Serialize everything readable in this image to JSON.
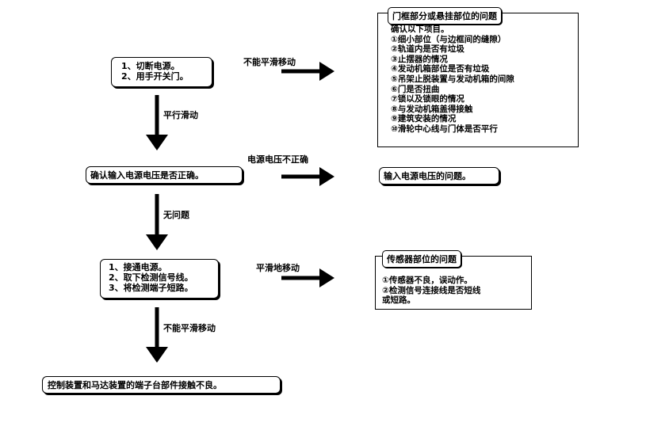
{
  "steps": {
    "step1": [
      "1、切断电源。",
      "2、用手开关门。"
    ],
    "step2": "确认输入电源电压是否正确。",
    "step3": [
      "1、接通电源。",
      "2、取下检测信号线。",
      "3、将检测端子短路。"
    ],
    "step4": "控制装置和马达装置的端子台部件接触不良。"
  },
  "arrows": {
    "a1": "不能平滑移动",
    "a2": "平行滑动",
    "a3": "电源电压不正确",
    "a4": "无问题",
    "a5": "平滑地移动",
    "a6": "不能平滑移动"
  },
  "panels": {
    "door": {
      "title": "门框部分或悬挂部位的问题",
      "intro": "确认以下项目。",
      "items": [
        "①细小部位（与边框间的缝隙）",
        "②轨道内是否有垃圾",
        "③止摆器的情况",
        "④发动机箱部位是否有垃圾",
        "⑤吊架止脱装置与发动机箱的间隙",
        "⑥门是否扭曲",
        "⑦锁以及锁眼的情况",
        "⑧与发动机箱盖得接触",
        "⑨建筑安装的情况",
        "⑩滑轮中心线与门体是否平行"
      ]
    },
    "voltage": "输入电源电压的问题。",
    "sensor": {
      "title": "传感器部位的问题",
      "items": [
        "①传感器不良，误动作。",
        "②检测信号连接线是否短线",
        "或短路。"
      ]
    }
  }
}
